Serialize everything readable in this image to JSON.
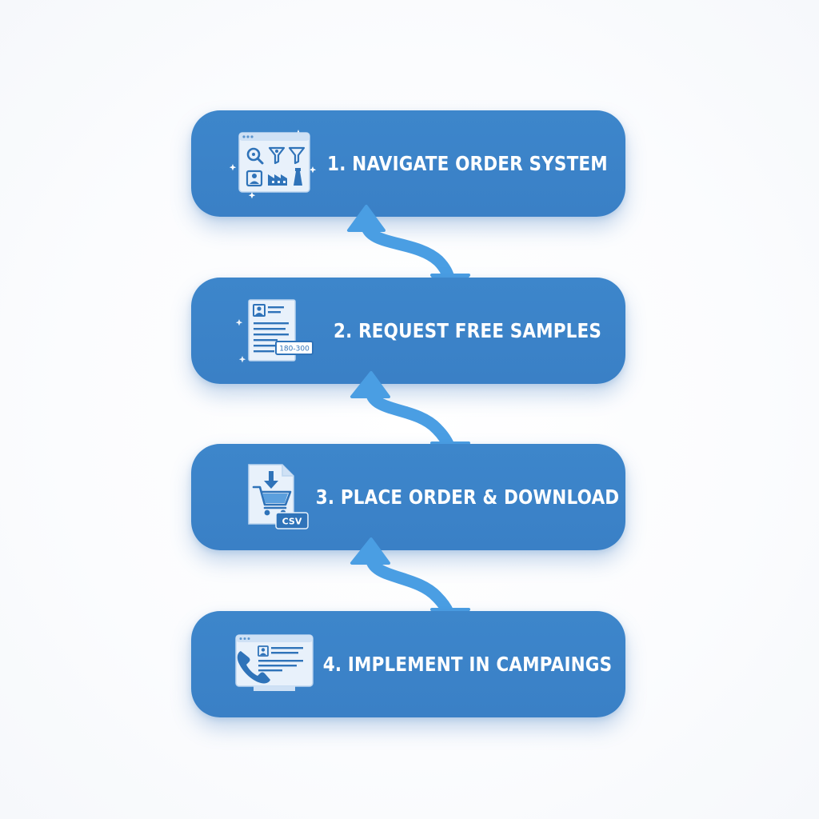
{
  "diagram": {
    "steps": [
      {
        "label": "1. NAVIGATE ORDER SYSTEM",
        "icon": "order-system-dashboard-icon"
      },
      {
        "label": "2. REQUEST FREE SAMPLES",
        "icon": "sample-document-icon",
        "icon_tag": "180-300"
      },
      {
        "label": "3. PLACE ORDER & DOWNLOAD",
        "icon": "cart-download-csv-icon",
        "icon_tag": "CSV"
      },
      {
        "label": "4. IMPLEMENT IN CAMPAINGS",
        "icon": "phone-campaign-icon"
      }
    ],
    "connectors": [
      "double-arrow-icon",
      "double-arrow-icon",
      "double-arrow-icon"
    ]
  },
  "colors": {
    "card": "#3b82c8",
    "arrow": "#4a9ee3",
    "icon_panel": "#e8f1fb",
    "icon_ink": "#2f73b9",
    "text": "#ffffff"
  }
}
